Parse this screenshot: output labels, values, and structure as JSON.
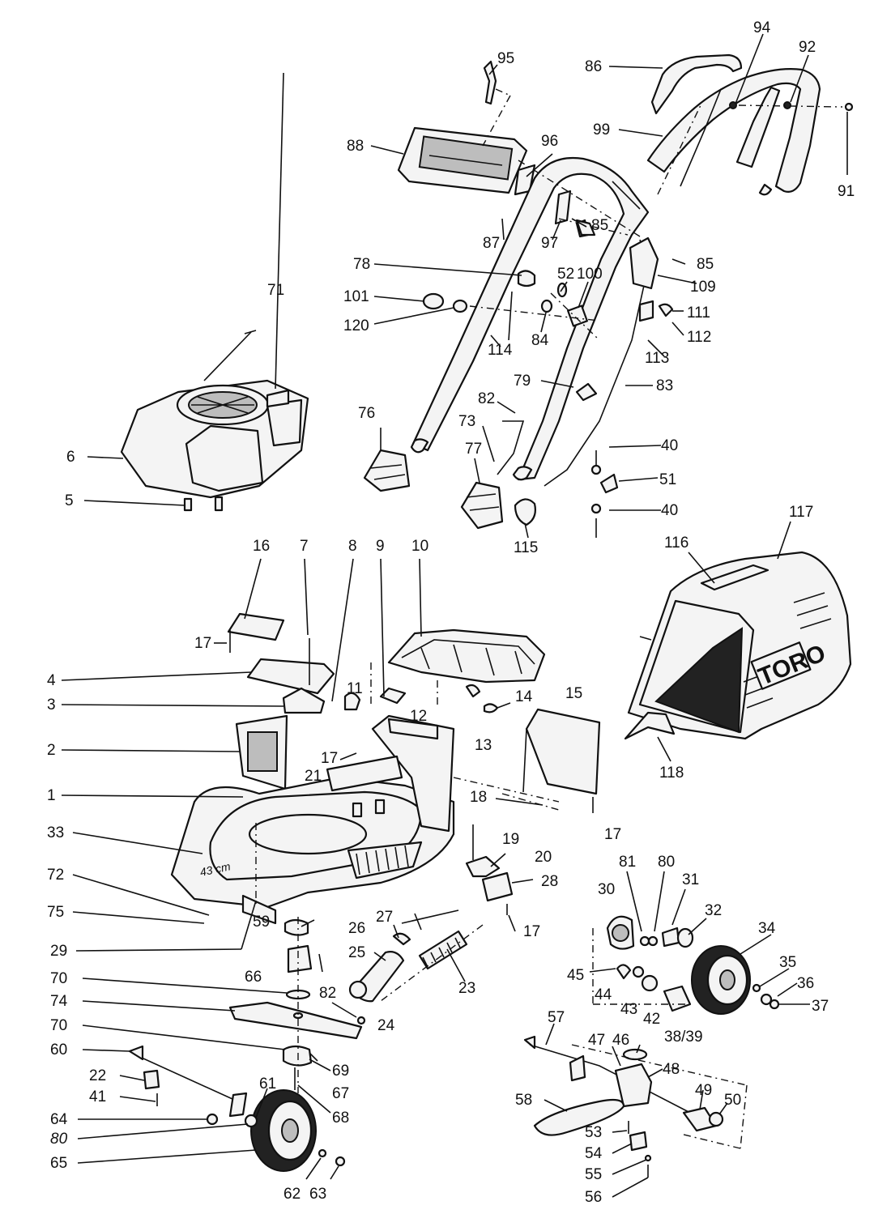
{
  "diagram": {
    "brand_label": "TORO",
    "deck_marking": "43 cm",
    "callouts": [
      {
        "id": "c95",
        "label": "95"
      },
      {
        "id": "c86",
        "label": "86"
      },
      {
        "id": "c94",
        "label": "94"
      },
      {
        "id": "c92",
        "label": "92"
      },
      {
        "id": "c99",
        "label": "99"
      },
      {
        "id": "c91",
        "label": "91"
      },
      {
        "id": "c88",
        "label": "88"
      },
      {
        "id": "c96",
        "label": "96"
      },
      {
        "id": "c85a",
        "label": "85"
      },
      {
        "id": "c87",
        "label": "87"
      },
      {
        "id": "c97",
        "label": "97"
      },
      {
        "id": "c85b",
        "label": "85"
      },
      {
        "id": "c109",
        "label": "109"
      },
      {
        "id": "c78",
        "label": "78"
      },
      {
        "id": "c52",
        "label": "52"
      },
      {
        "id": "c100",
        "label": "100"
      },
      {
        "id": "c71",
        "label": "71"
      },
      {
        "id": "c101",
        "label": "101"
      },
      {
        "id": "c120",
        "label": "120"
      },
      {
        "id": "c114",
        "label": "114"
      },
      {
        "id": "c84",
        "label": "84"
      },
      {
        "id": "c111",
        "label": "111"
      },
      {
        "id": "c112",
        "label": "112"
      },
      {
        "id": "c113",
        "label": "113"
      },
      {
        "id": "c79",
        "label": "79"
      },
      {
        "id": "c83",
        "label": "83"
      },
      {
        "id": "c82a",
        "label": "82"
      },
      {
        "id": "c76",
        "label": "76"
      },
      {
        "id": "c73",
        "label": "73"
      },
      {
        "id": "c6",
        "label": "6"
      },
      {
        "id": "c77",
        "label": "77"
      },
      {
        "id": "c40a",
        "label": "40"
      },
      {
        "id": "c51",
        "label": "51"
      },
      {
        "id": "c5",
        "label": "5"
      },
      {
        "id": "c40b",
        "label": "40"
      },
      {
        "id": "c115",
        "label": "115"
      },
      {
        "id": "c117",
        "label": "117"
      },
      {
        "id": "c16",
        "label": "16"
      },
      {
        "id": "c7",
        "label": "7"
      },
      {
        "id": "c8",
        "label": "8"
      },
      {
        "id": "c9",
        "label": "9"
      },
      {
        "id": "c10",
        "label": "10"
      },
      {
        "id": "c116",
        "label": "116"
      },
      {
        "id": "c17a",
        "label": "17"
      },
      {
        "id": "c4",
        "label": "4"
      },
      {
        "id": "c11",
        "label": "11"
      },
      {
        "id": "c14",
        "label": "14"
      },
      {
        "id": "c15",
        "label": "15"
      },
      {
        "id": "c3",
        "label": "3"
      },
      {
        "id": "c12",
        "label": "12"
      },
      {
        "id": "c13",
        "label": "13"
      },
      {
        "id": "c2",
        "label": "2"
      },
      {
        "id": "c17b",
        "label": "17"
      },
      {
        "id": "c21",
        "label": "21"
      },
      {
        "id": "c118",
        "label": "118"
      },
      {
        "id": "c1",
        "label": "1"
      },
      {
        "id": "c18",
        "label": "18"
      },
      {
        "id": "c17c",
        "label": "17"
      },
      {
        "id": "c33",
        "label": "33"
      },
      {
        "id": "c19",
        "label": "19"
      },
      {
        "id": "c81",
        "label": "81"
      },
      {
        "id": "c80a",
        "label": "80"
      },
      {
        "id": "c20",
        "label": "20"
      },
      {
        "id": "c31",
        "label": "31"
      },
      {
        "id": "c72",
        "label": "72"
      },
      {
        "id": "c28",
        "label": "28"
      },
      {
        "id": "c30",
        "label": "30"
      },
      {
        "id": "c32",
        "label": "32"
      },
      {
        "id": "c75",
        "label": "75"
      },
      {
        "id": "c27",
        "label": "27"
      },
      {
        "id": "c17d",
        "label": "17"
      },
      {
        "id": "c34",
        "label": "34"
      },
      {
        "id": "c26",
        "label": "26"
      },
      {
        "id": "c59",
        "label": "59"
      },
      {
        "id": "c29",
        "label": "29"
      },
      {
        "id": "c35",
        "label": "35"
      },
      {
        "id": "c25",
        "label": "25"
      },
      {
        "id": "c36",
        "label": "36"
      },
      {
        "id": "c45",
        "label": "45"
      },
      {
        "id": "c66",
        "label": "66"
      },
      {
        "id": "c37",
        "label": "37"
      },
      {
        "id": "c70a",
        "label": "70"
      },
      {
        "id": "c82b",
        "label": "82"
      },
      {
        "id": "c23",
        "label": "23"
      },
      {
        "id": "c44",
        "label": "44"
      },
      {
        "id": "c43",
        "label": "43"
      },
      {
        "id": "c42",
        "label": "42"
      },
      {
        "id": "c74",
        "label": "74"
      },
      {
        "id": "c38_39",
        "label": "38/39"
      },
      {
        "id": "c24",
        "label": "24"
      },
      {
        "id": "c70b",
        "label": "70"
      },
      {
        "id": "c57",
        "label": "57"
      },
      {
        "id": "c47",
        "label": "47"
      },
      {
        "id": "c46",
        "label": "46"
      },
      {
        "id": "c60",
        "label": "60"
      },
      {
        "id": "c69",
        "label": "69"
      },
      {
        "id": "c48",
        "label": "48"
      },
      {
        "id": "c22",
        "label": "22"
      },
      {
        "id": "c67",
        "label": "67"
      },
      {
        "id": "c61",
        "label": "61"
      },
      {
        "id": "c41",
        "label": "41"
      },
      {
        "id": "c49",
        "label": "49"
      },
      {
        "id": "c50",
        "label": "50"
      },
      {
        "id": "c58",
        "label": "58"
      },
      {
        "id": "c68",
        "label": "68"
      },
      {
        "id": "c64",
        "label": "64"
      },
      {
        "id": "c53",
        "label": "53"
      },
      {
        "id": "c80b",
        "label": "80"
      },
      {
        "id": "c54",
        "label": "54"
      },
      {
        "id": "c65",
        "label": "65"
      },
      {
        "id": "c55",
        "label": "55"
      },
      {
        "id": "c62",
        "label": "62"
      },
      {
        "id": "c63",
        "label": "63"
      },
      {
        "id": "c56",
        "label": "56"
      }
    ]
  }
}
